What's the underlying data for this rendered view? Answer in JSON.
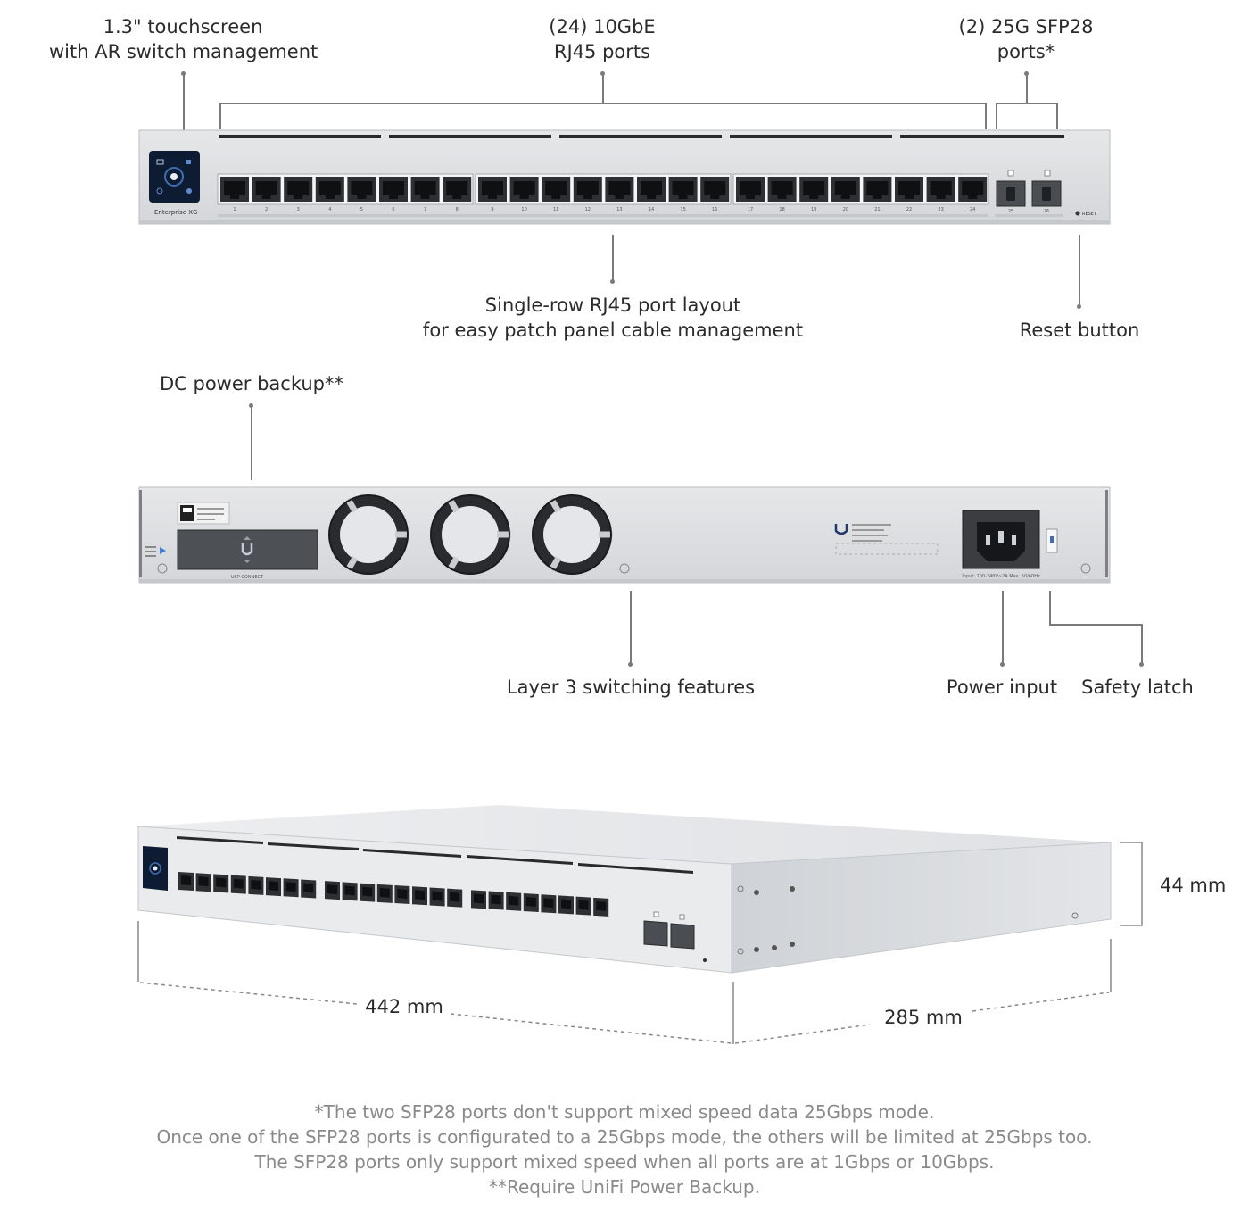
{
  "front_view": {
    "callouts": {
      "touchscreen": {
        "line1": "1.3\" touchscreen",
        "line2": "with AR switch management"
      },
      "rj45_ports": {
        "line1": "(24) 10GbE",
        "line2": "RJ45 ports"
      },
      "sfp_ports": {
        "line1": "(2) 25G SFP28",
        "line2": "ports*"
      },
      "port_layout": {
        "line1": "Single-row RJ45 port layout",
        "line2": "for easy patch panel cable management"
      },
      "reset": {
        "line1": "Reset button"
      }
    },
    "device": {
      "brand_label": "Enterprise XG",
      "reset_label": "RESET",
      "port_numbers": [
        "1",
        "2",
        "3",
        "4",
        "5",
        "6",
        "7",
        "8",
        "9",
        "10",
        "11",
        "12",
        "13",
        "14",
        "15",
        "16",
        "17",
        "18",
        "19",
        "20",
        "21",
        "22",
        "23",
        "24"
      ],
      "sfp_numbers": [
        "25",
        "26"
      ]
    }
  },
  "rear_view": {
    "callouts": {
      "dc_power": {
        "line1": "DC power backup**"
      },
      "layer3": {
        "line1": "Layer 3 switching features"
      },
      "power_input": {
        "line1": "Power input"
      },
      "safety_latch": {
        "line1": "Safety latch"
      }
    },
    "device": {
      "usp_label": "USP CONNECT",
      "power_rating": "Input: 100-240V~2A Max, 50/60Hz"
    }
  },
  "dimensions": {
    "height": "44 mm",
    "width": "442 mm",
    "depth": "285 mm"
  },
  "footnotes": [
    "*The two SFP28 ports don't support mixed speed data 25Gbps mode.",
    "Once one of the SFP28 ports is configurated to a 25Gbps mode, the others will be limited at 25Gbps too.",
    "The SFP28 ports only support mixed speed when all ports are at 1Gbps or 10Gbps.",
    "**Require UniFi Power Backup."
  ]
}
